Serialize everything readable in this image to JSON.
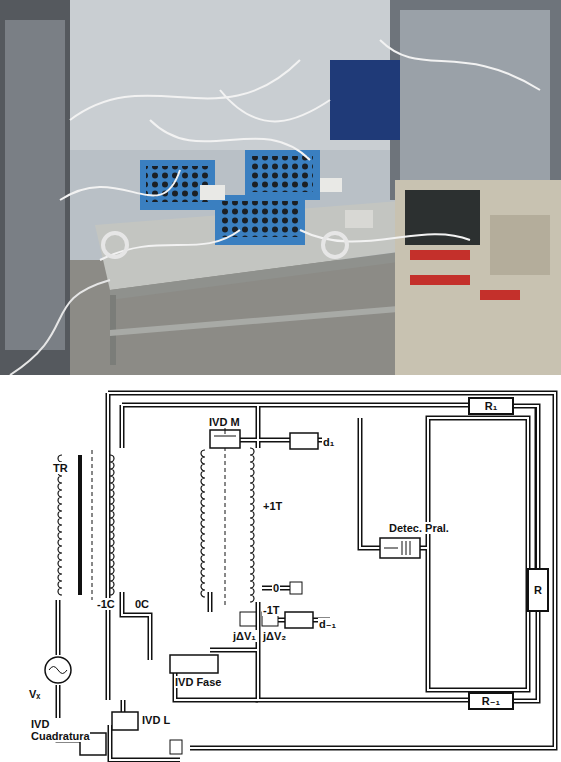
{
  "diagram": {
    "nodes": [
      {
        "text": [
          "R₁"
        ]
      },
      {
        "text": [
          "R"
        ]
      },
      {
        "text": [
          "R₋₁"
        ]
      }
    ],
    "edges": [
      {
        "from": 0,
        "to": 1,
        "arrow": "none"
      },
      {
        "from": 2,
        "to": 1,
        "arrow": "none"
      }
    ],
    "labels": [
      "TR",
      "IVD M",
      "d₁",
      "+1T",
      "0",
      "-1T",
      "-1C",
      "0C",
      "jΔV₁",
      "jΔV₂",
      "d₋₁",
      "IVD Fase",
      "IVD L",
      "IVD Cuadratura",
      "Vₓ",
      "Detec. Pral."
    ]
  }
}
